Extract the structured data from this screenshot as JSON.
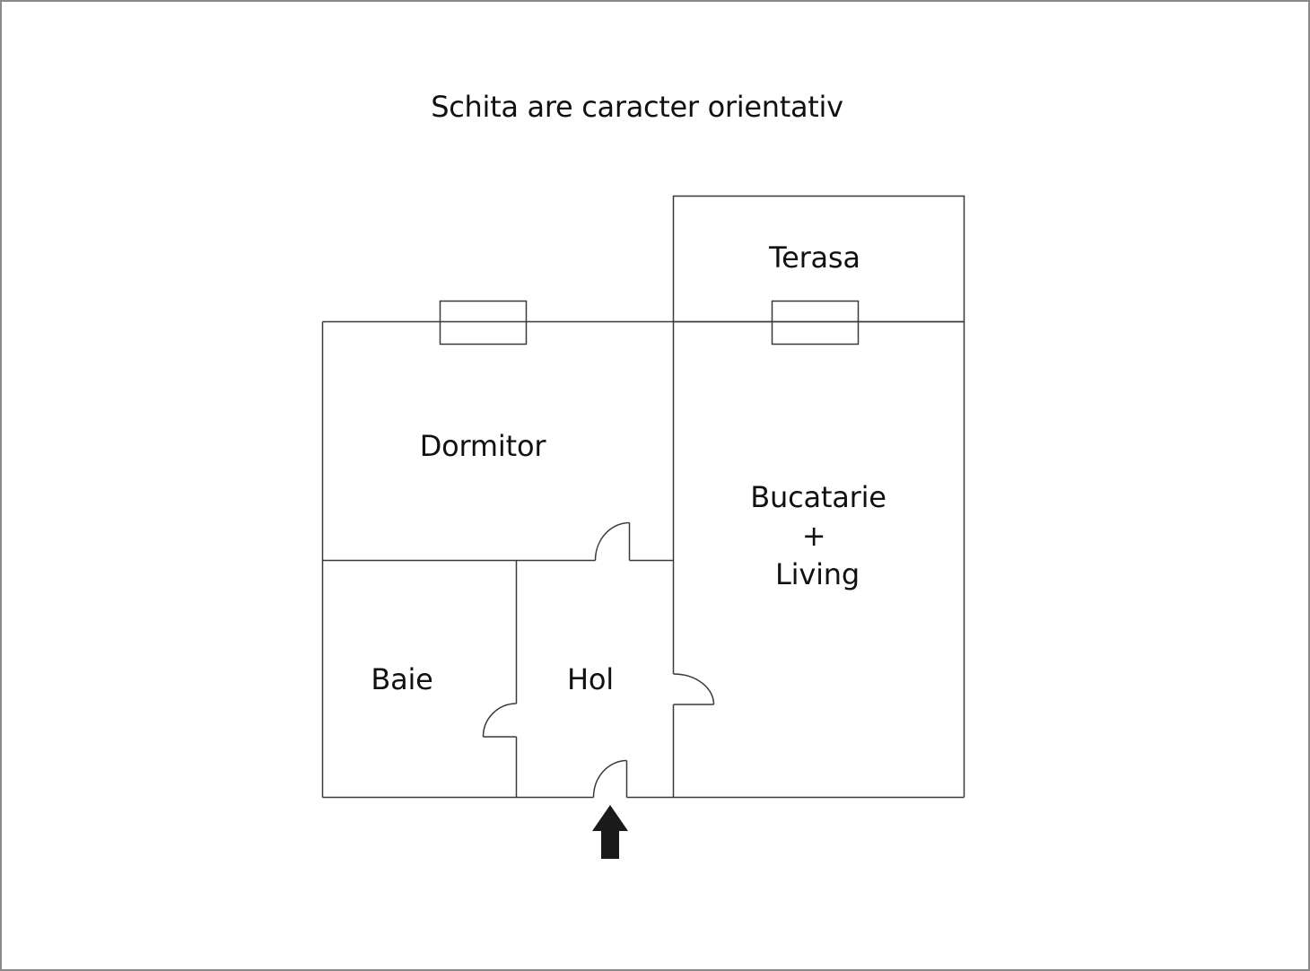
{
  "title": "Schita are caracter orientativ",
  "rooms": {
    "terasa": {
      "label": "Terasa"
    },
    "dormitor": {
      "label": "Dormitor"
    },
    "bucatarie": {
      "line1": "Bucatarie",
      "line2": "+",
      "line3": "Living"
    },
    "baie": {
      "label": "Baie"
    },
    "hol": {
      "label": "Hol"
    }
  },
  "colors": {
    "wall": "#3a3a3a",
    "frame": "#8a8a8a",
    "arrow": "#1a1a1a",
    "text": "#111111"
  },
  "features": {
    "windows": 2,
    "doors": 4,
    "entrance_arrow": "arrow-up-icon"
  }
}
